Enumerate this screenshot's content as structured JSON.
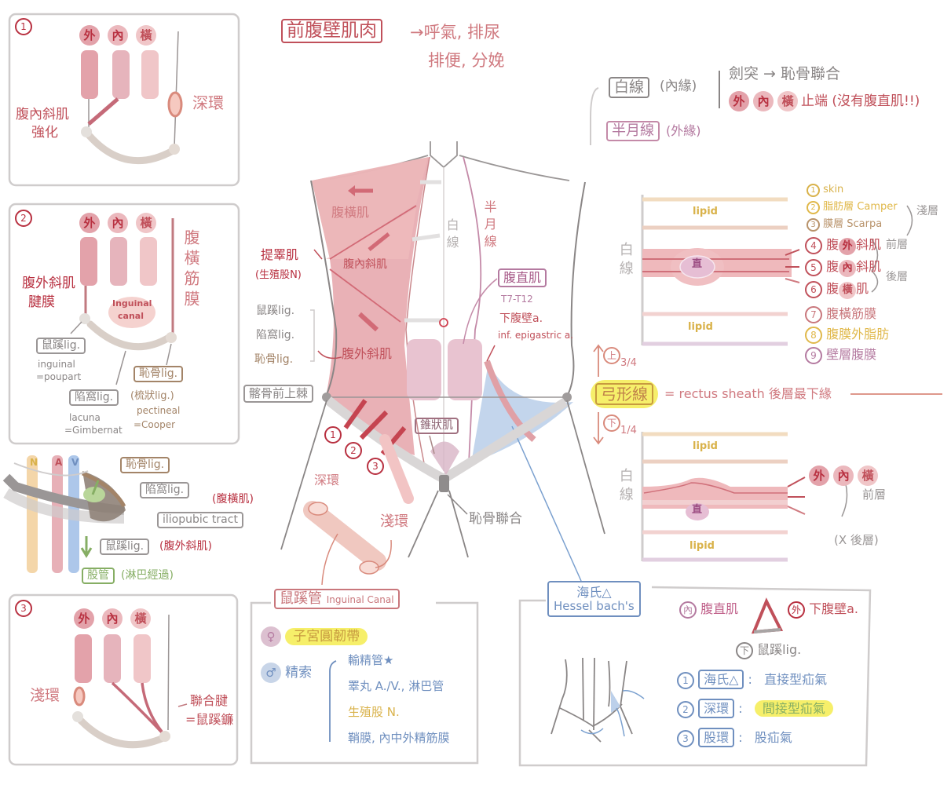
{
  "title": {
    "main": "前腹壁肌肉",
    "function_line1": "→呼氣, 排尿",
    "function_line2": "排便, 分娩"
  },
  "linea_notes": {
    "linea_alba_label": "白線",
    "linea_alba_note": "(內緣)",
    "linea_alba_extent": "劍突 → 恥骨聯合",
    "insertion_circles": [
      "外",
      "內",
      "橫"
    ],
    "insertion_text": "止端 (沒有腹直肌!!)",
    "linea_semilunaris_label": "半月線",
    "linea_semilunaris_note": "(外緣)"
  },
  "panel1": {
    "number": "1",
    "muscles": [
      "外",
      "內",
      "橫"
    ],
    "left_label_line1": "腹內斜肌",
    "left_label_line2": "強化",
    "right_label": "深環"
  },
  "panel2": {
    "number": "2",
    "muscles": [
      "外",
      "內",
      "橫"
    ],
    "left_label_line1": "腹外斜肌",
    "left_label_line2": "腱膜",
    "right_label": "腹橫筋膜",
    "canal_label_line1": "Inguinal",
    "canal_label_line2": "canal",
    "inguinal_lig": "鼠蹊lig.",
    "inguinal_lig_en1": "inguinal",
    "inguinal_lig_en2": "=poupart",
    "lacunar_lig": "陷窩lig.",
    "lacunar_en1": "lacuna",
    "lacunar_en2": "=Gimbernat",
    "pectineal_lig": "恥骨lig.",
    "pectineal_alt": "(梳狀lig.)",
    "pectineal_en1": "pectineal",
    "pectineal_en2": "=Cooper"
  },
  "femoral": {
    "vessels": [
      "N",
      "A",
      "V"
    ],
    "pubic_lig": "恥骨lig.",
    "lacunar_lig": "陷窩lig.",
    "transversus_note": "(腹橫肌)",
    "iliopubic": "iliopubic tract",
    "inguinal_lig": "鼠蹊lig.",
    "external_oblique_note": "(腹外斜肌)",
    "femoral_canal": "股管",
    "femoral_canal_note": "(淋巴經過)"
  },
  "panel3": {
    "number": "3",
    "muscles": [
      "外",
      "內",
      "橫"
    ],
    "left_label": "淺環",
    "right_label_line1": "聯合腱",
    "right_label_line2": "=鼠蹊鐮"
  },
  "torso": {
    "transversus": "腹橫肌",
    "internal_oblique": "腹內斜肌",
    "external_oblique": "腹外斜肌",
    "cremaster_line1": "提睪肌",
    "cremaster_line2": "(生殖股N)",
    "ligs": [
      "鼠蹊lig.",
      "陷窩lig.",
      "恥骨lig."
    ],
    "asis": "髂骨前上棘",
    "linea_alba_vertical": "白線",
    "semilunaris_vertical": "半月線",
    "rectus": "腹直肌",
    "rectus_innervation": "T7-T12",
    "inf_epigastric_line1": "下腹壁a.",
    "inf_epigastric_line2": "inf. epigastric a.",
    "layer_numbers": [
      "1",
      "2",
      "3"
    ],
    "pyramidalis": "錐狀肌",
    "deep_ring": "深環",
    "superficial_ring": "淺環",
    "pubic_symphysis": "恥骨聯合"
  },
  "arcuate": {
    "upper_label": "上",
    "upper_fraction": "3/4",
    "label": "弓形線",
    "definition": "= rectus sheath 後層最下緣",
    "lower_label": "下",
    "lower_fraction": "1/4"
  },
  "cross_section_upper": {
    "side_label": "白線",
    "lipid_top": "lipid",
    "lipid_bottom": "lipid",
    "rectus_char": "直",
    "layers": [
      {
        "n": "1",
        "text": "skin",
        "color": "#d9b24a"
      },
      {
        "n": "2",
        "text": "脂肪層 Camper",
        "color": "#e0b84a"
      },
      {
        "n": "3",
        "text": "膜層 Scarpa",
        "color": "#b8926a"
      },
      {
        "n": "4",
        "pre": "腹",
        "mid": "外",
        "post": "斜肌",
        "color": "#c0505a"
      },
      {
        "n": "5",
        "pre": "腹",
        "mid": "內",
        "post": "斜肌",
        "color": "#c0505a"
      },
      {
        "n": "6",
        "pre": "腹",
        "mid": "橫",
        "post": "肌",
        "color": "#c0505a"
      },
      {
        "n": "7",
        "text": "腹橫筋膜",
        "color": "#c9777c"
      },
      {
        "n": "8",
        "text": "腹膜外脂肪",
        "color": "#e0b84a"
      },
      {
        "n": "9",
        "text": "壁層腹膜",
        "color": "#b47aa0"
      }
    ],
    "brace_superficial": "淺層",
    "brace_anterior": "前層",
    "brace_posterior": "後層"
  },
  "cross_section_lower": {
    "side_label": "白線",
    "lipid_top": "lipid",
    "lipid_bottom": "lipid",
    "rectus_char": "直",
    "muscles": [
      "外",
      "內",
      "橫"
    ],
    "brace_anterior": "前層",
    "no_posterior": "(X 後層)"
  },
  "inguinal_canal": {
    "title": "鼠蹊管",
    "title_en": "Inguinal Canal",
    "female_symbol": "♀",
    "female_content": "子宮圓韌帶",
    "male_symbol": "♂",
    "male_content": "精索",
    "contents": [
      "輸精管★",
      "睪丸 A./V., 淋巴管",
      "生殖股 N.",
      "鞘膜, 內中外精筋膜"
    ]
  },
  "hesselbach": {
    "title_line1": "海氏△",
    "title_line2": "Hessel bach's",
    "medial_tag": "內",
    "medial": "腹直肌",
    "lateral_tag": "外",
    "lateral": "下腹壁a.",
    "inferior_tag": "下",
    "inferior": "鼠蹊lig.",
    "hernias": [
      {
        "n": "1",
        "site": "海氏△",
        "type": "直接型疝氣"
      },
      {
        "n": "2",
        "site": "深環",
        "type": "間接型疝氣"
      },
      {
        "n": "3",
        "site": "股環",
        "type": "股疝氣"
      }
    ]
  }
}
